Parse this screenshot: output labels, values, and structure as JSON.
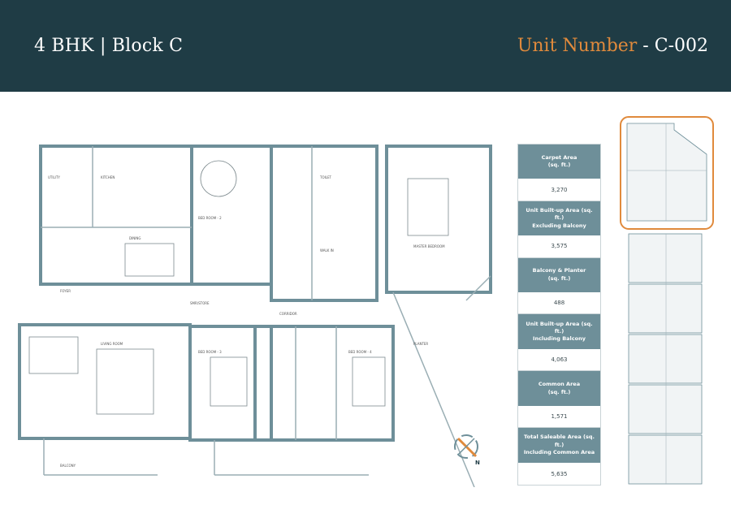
{
  "header": {
    "title": "4 BHK | Block C",
    "unit_label": "Unit Number",
    "unit_sep": " - ",
    "unit_value": "C-002"
  },
  "areas": [
    {
      "label": "Carpet Area\n(sq. ft.)",
      "value": "3,270"
    },
    {
      "label": "Unit Built-up Area (sq. ft.)\nExcluding Balcony",
      "value": "3,575"
    },
    {
      "label": "Balcony & Planter\n(sq. ft.)",
      "value": "488"
    },
    {
      "label": "Unit Built-up Area (sq. ft.)\nIncluding Balcony",
      "value": "4,063"
    },
    {
      "label": "Common Area\n(sq. ft.)",
      "value": "1,571"
    },
    {
      "label": "Total Saleable Area (sq. ft.)\nIncluding Common Area",
      "value": "5,635"
    }
  ],
  "colors": {
    "header_bg": "#1f3c45",
    "accent": "#e08a3c",
    "wall": "#6e8f99",
    "table_label_bg": "#6e8f99"
  },
  "plan_labels": {
    "kitchen": "KITCHEN",
    "dining": "DINING",
    "utility": "UTILITY",
    "master_bedroom": "MASTER BEDROOM",
    "bedroom_2": "BED ROOM - 2",
    "bedroom_3": "BED ROOM - 3",
    "bedroom_4": "BED ROOM - 4",
    "living": "LIVING ROOM",
    "toilet": "TOILET",
    "balcony": "BALCONY",
    "corridor": "CORRIDOR",
    "planter": "PLANTER",
    "walk_in": "WALK IN",
    "foyer": "FOYER",
    "store": "SMR/STORE"
  },
  "compass": {
    "label": "N"
  }
}
